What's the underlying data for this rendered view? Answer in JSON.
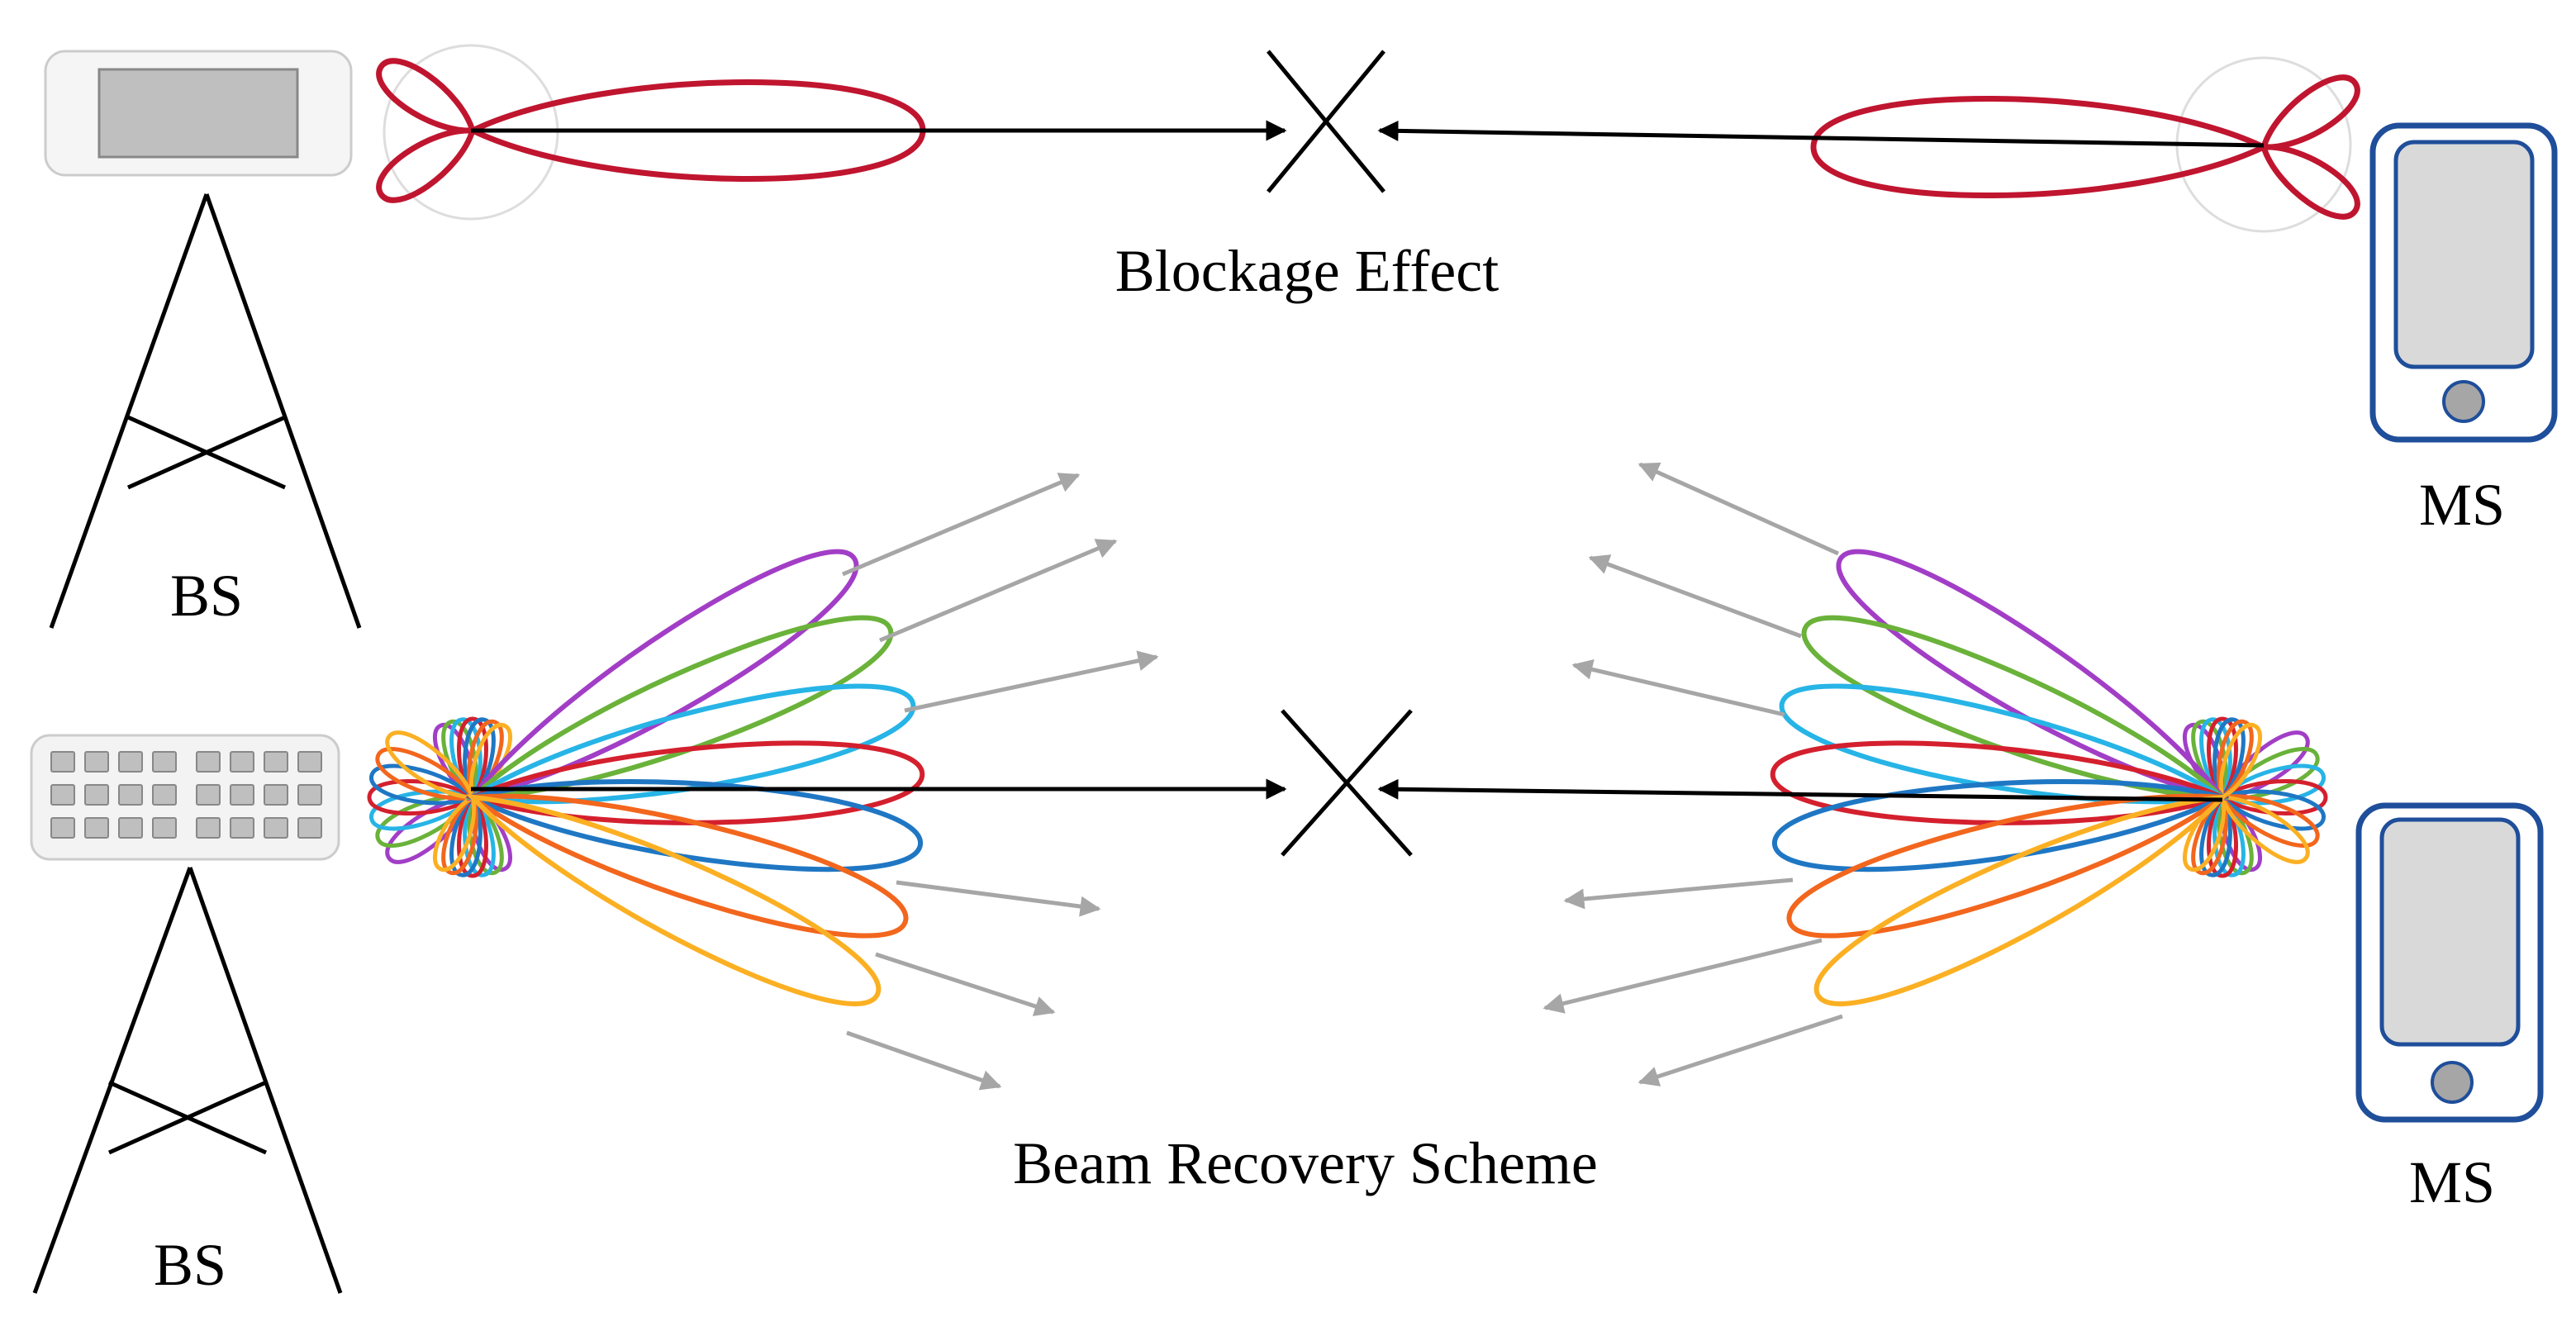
{
  "labels": {
    "blockage_effect": "Blockage Effect",
    "beam_recovery_scheme": "Beam Recovery Scheme",
    "bs_top": "BS",
    "bs_bottom": "BS",
    "ms_top": "MS",
    "ms_bottom": "MS"
  },
  "colors": {
    "single_beam": "#c0152f",
    "arrow": "#000000",
    "scan_arrow": "#a6a6a6",
    "device_outline": "#1f4e9a",
    "device_fill": "#d9d9d9",
    "panel_outline": "#c8c8c8",
    "panel_fill": "#f3f3f3",
    "beam_palette": [
      "#a23ec6",
      "#6ab23a",
      "#27b4e6",
      "#d4202e",
      "#1f77c4",
      "#f2661d",
      "#fbb023"
    ]
  }
}
